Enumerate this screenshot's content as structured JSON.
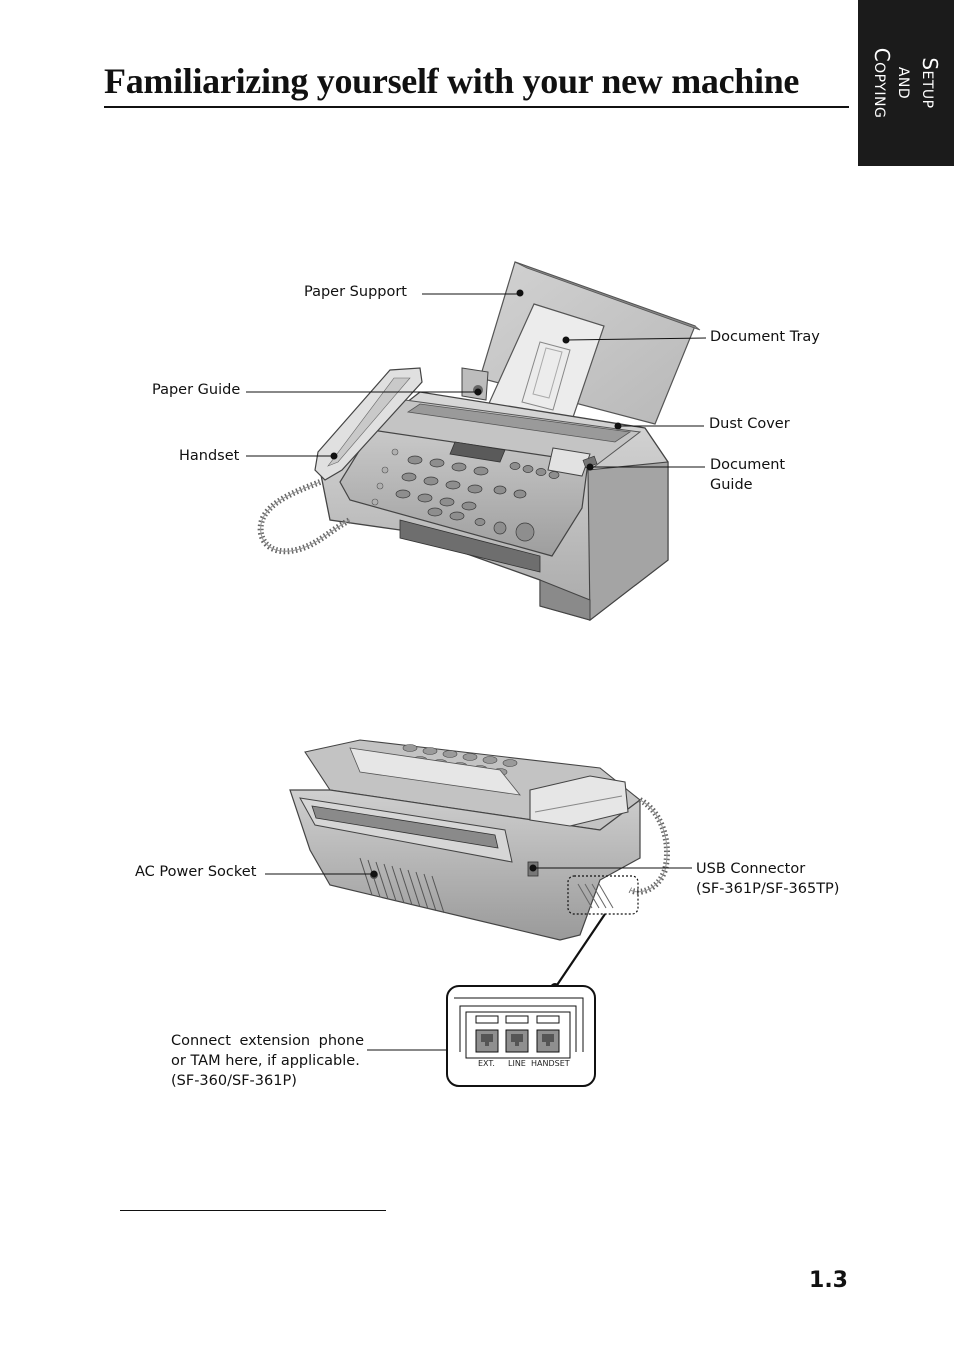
{
  "header": {
    "title": "Familiarizing yourself with your new machine",
    "side_tab": "Setup and\nCopying"
  },
  "front_view": {
    "labels": {
      "paper_support": "Paper Support",
      "document_tray": "Document Tray",
      "paper_guide": "Paper Guide",
      "dust_cover": "Dust Cover",
      "handset": "Handset",
      "document_guide": "Document\nGuide"
    }
  },
  "rear_view": {
    "labels": {
      "ac_power_socket": "AC Power Socket",
      "usb_connector": "USB Connector\n(SF-361P/SF-365TP)"
    },
    "jack_panel": {
      "note_lines": [
        "Connect extension phone",
        "or TAM here, if applicable.",
        "(SF-360/SF-361P)"
      ],
      "jacks": [
        "EXT.",
        "LINE",
        "HANDSET"
      ]
    }
  },
  "footer": {
    "page_number": "1.3"
  }
}
